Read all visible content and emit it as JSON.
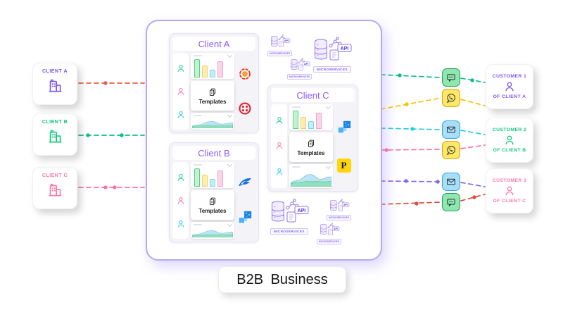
{
  "left_clients": [
    {
      "label": "CLIENT A",
      "color": "#7a52f4"
    },
    {
      "label": "CLIENT B",
      "color": "#0fc77e"
    },
    {
      "label": "CLIENT C",
      "color": "#ff74a8"
    }
  ],
  "main_box": {
    "border_color": "#b6a7f3",
    "api_label": "API",
    "microservices_label": "MICROSERVICES",
    "panels": [
      {
        "title": "Client A",
        "templates_label": "Templates",
        "logos": [
          "sun-badge-icon",
          "twilio-ring-icon"
        ]
      },
      {
        "title": "Client B",
        "templates_label": "Templates",
        "logos": [
          "blue-bird-icon",
          "blue-pixels-icon"
        ]
      },
      {
        "title": "Client C",
        "templates_label": "Templates",
        "logos": [
          "blue-pixels-icon",
          "letter-p-badge"
        ]
      }
    ]
  },
  "logos": {
    "p_text": "P"
  },
  "thumbnails": {
    "bar_heights": [
      26,
      17,
      11,
      23
    ]
  },
  "channels": [
    {
      "icon": "sms-chat-icon",
      "color": "#0cbf7e"
    },
    {
      "icon": "whatsapp-icon",
      "color": "#f5c400"
    },
    {
      "icon": "email-icon",
      "color": "#26cbe8"
    },
    {
      "icon": "whatsapp-icon",
      "color": "#ff71a4"
    },
    {
      "icon": "email-icon",
      "color": "#8a63f6"
    },
    {
      "icon": "sms-chat-icon",
      "color": "#d8503c"
    }
  ],
  "customers": [
    {
      "title": "CUSTOMER 1",
      "subtitle": "OF CLIENT A",
      "color": "#7a52f4"
    },
    {
      "title": "CUSTOMER 2",
      "subtitle": "OF CLIENT B",
      "color": "#0fc77e"
    },
    {
      "title": "CUSTOMER 3",
      "subtitle": "OF CLIENT C",
      "color": "#ff74a8"
    }
  ],
  "footer": {
    "label": "B2B Business"
  },
  "colors": {
    "salmon_line": "#e0604a",
    "green_line": "#0cbf7e",
    "pink_line": "#ff71a4",
    "yellow_line": "#f5c400",
    "cyan_line": "#26cbe8",
    "purple_line": "#8a63f6",
    "twilio_red": "#e31e25",
    "logo_blue": "#1a82e2",
    "p_yellow": "#ffd60a"
  }
}
